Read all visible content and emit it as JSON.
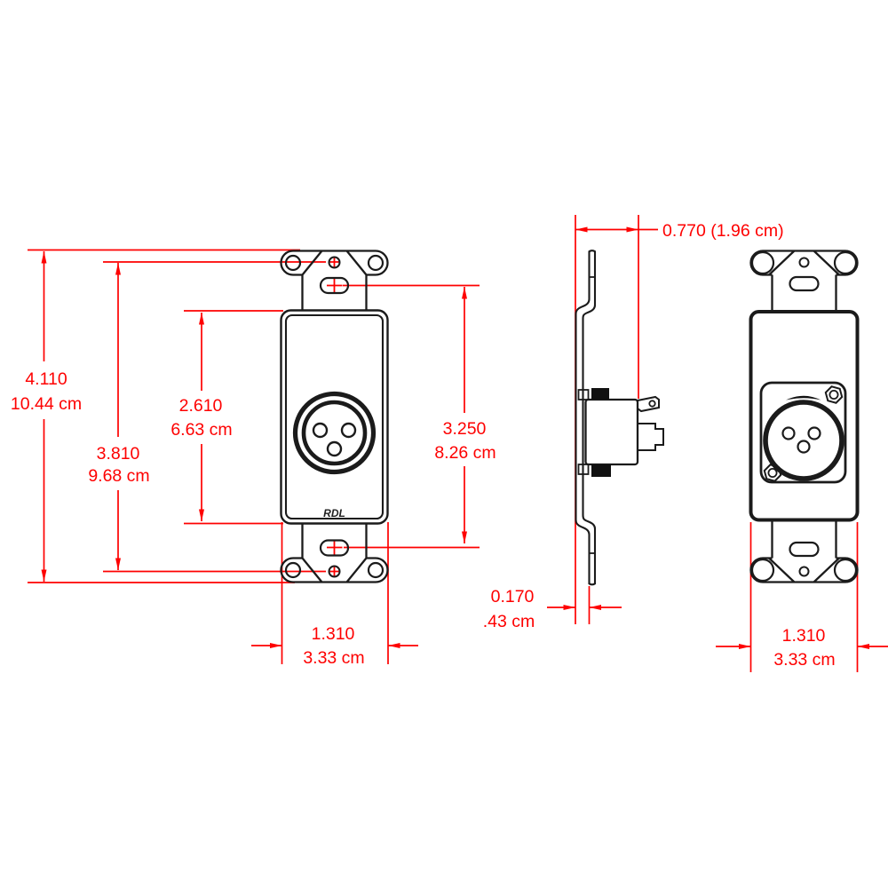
{
  "drawing": {
    "type": "mechanical-dimension-drawing",
    "product": "decora wall plate with XLR connector",
    "brand_label": "RDL",
    "views": [
      "front-view-female-xlr",
      "side-profile-view",
      "rear-view-male-xlr"
    ]
  },
  "dimensions": {
    "overall_height_in": "4.110",
    "overall_height_cm": "10.44 cm",
    "mount_hole_spacing_in": "3.810",
    "mount_hole_spacing_cm": "9.68 cm",
    "opening_height_in": "2.610",
    "opening_height_cm": "6.63 cm",
    "slot_spacing_in": "3.250",
    "slot_spacing_cm": "8.26 cm",
    "depth_label": "0.770 (1.96 cm)",
    "thickness_in": "0.170",
    "thickness_cm": ".43 cm",
    "front_width_in": "1.310",
    "front_width_cm": "3.33 cm",
    "rear_width_in": "1.310",
    "rear_width_cm": "3.33 cm"
  },
  "colors": {
    "dimension_red": "#FE0000",
    "line_black": "#1B1B1B",
    "background": "#FFFFFF"
  }
}
